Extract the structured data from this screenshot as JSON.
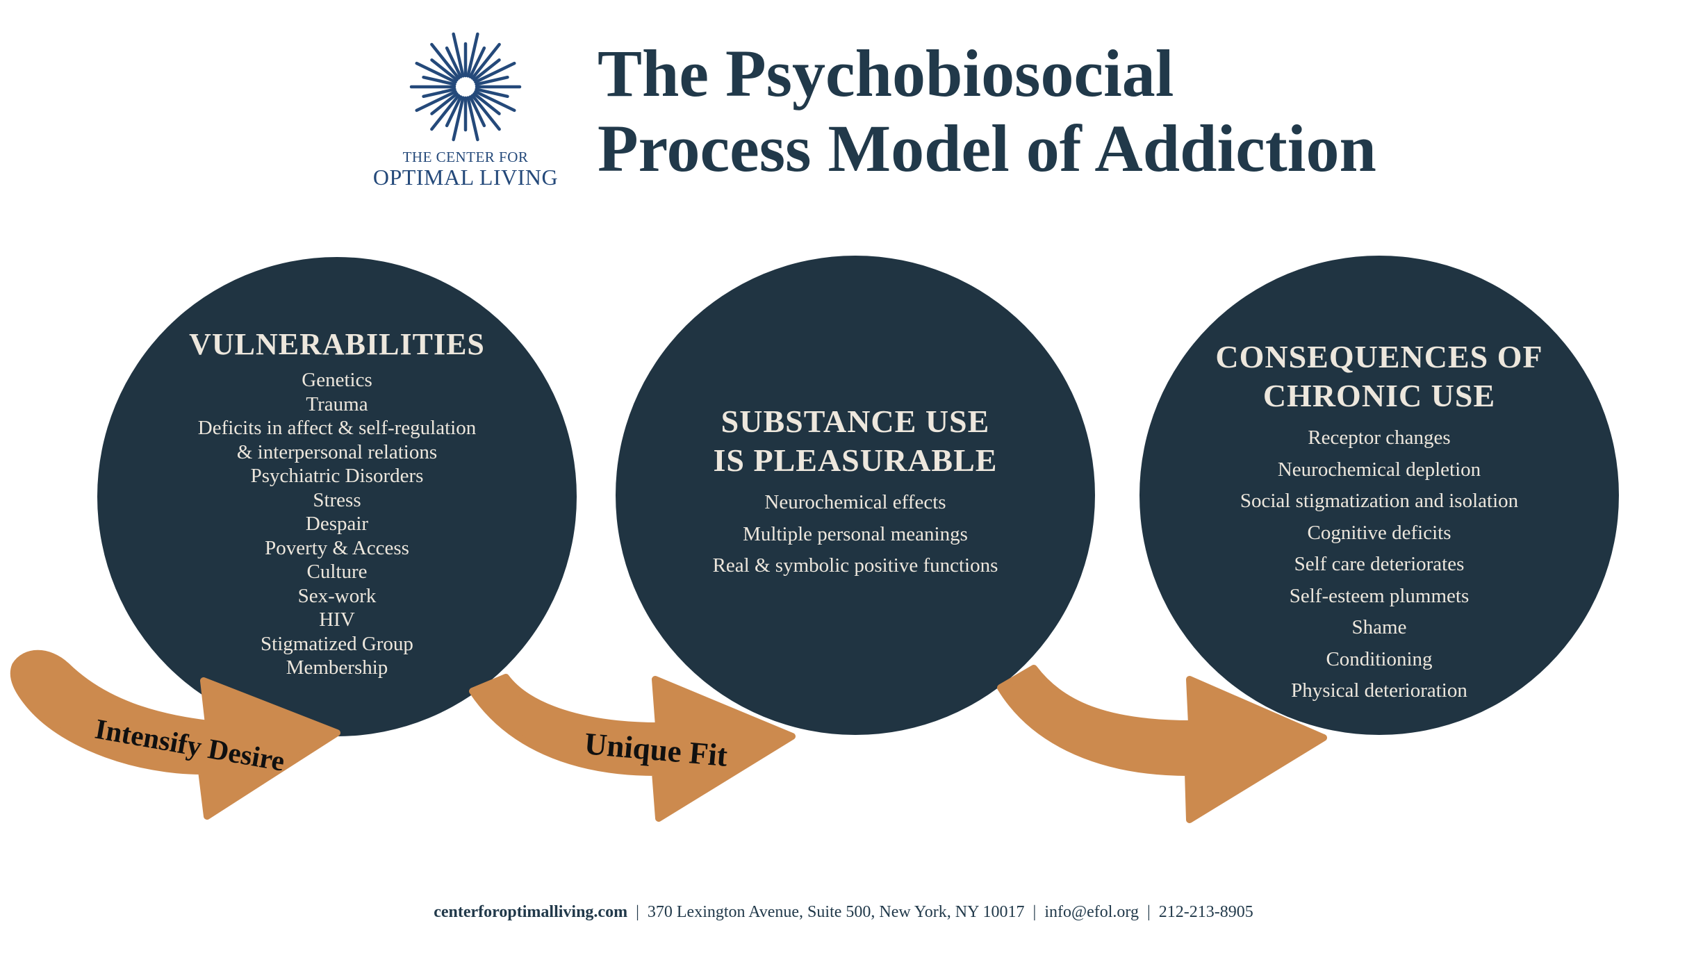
{
  "logo": {
    "line1": "THE CENTER FOR",
    "line2": "OPTIMAL LIVING",
    "color": "#24497a"
  },
  "title": {
    "line1": "The Psychobiosocial",
    "line2": "Process Model of Addiction"
  },
  "colors": {
    "circle": "#203442",
    "circle_text": "#ede7dd",
    "arrow": "#cc8a4e",
    "title": "#21394a"
  },
  "circles": [
    {
      "heading": [
        "VULNERABILITIES"
      ],
      "items": [
        "Genetics",
        "Trauma",
        "Deficits in affect & self-regulation",
        "& interpersonal relations",
        "Psychiatric Disorders",
        "Stress",
        "Despair",
        "Poverty & Access",
        "Culture",
        "Sex-work",
        "HIV",
        "Stigmatized Group",
        "Membership"
      ]
    },
    {
      "heading": [
        "SUBSTANCE USE",
        "IS PLEASURABLE"
      ],
      "items": [
        "Neurochemical effects",
        "Multiple personal meanings",
        "Real & symbolic positive functions"
      ]
    },
    {
      "heading": [
        "CONSEQUENCES OF",
        "CHRONIC USE"
      ],
      "items": [
        "Receptor changes",
        "Neurochemical depletion",
        "Social stigmatization and isolation",
        "Cognitive deficits",
        "Self care deteriorates",
        "Self-esteem plummets",
        "Shame",
        "Conditioning",
        "Physical deterioration"
      ]
    }
  ],
  "arrows": [
    {
      "label": "Intensify Desire"
    },
    {
      "label": "Unique Fit"
    },
    {
      "label": ""
    }
  ],
  "footer": {
    "website": "centerforoptimalliving.com",
    "address": "370 Lexington Avenue, Suite 500, New York, NY 10017",
    "email": "info@efol.org",
    "phone": "212-213-8905",
    "separator": "|"
  }
}
